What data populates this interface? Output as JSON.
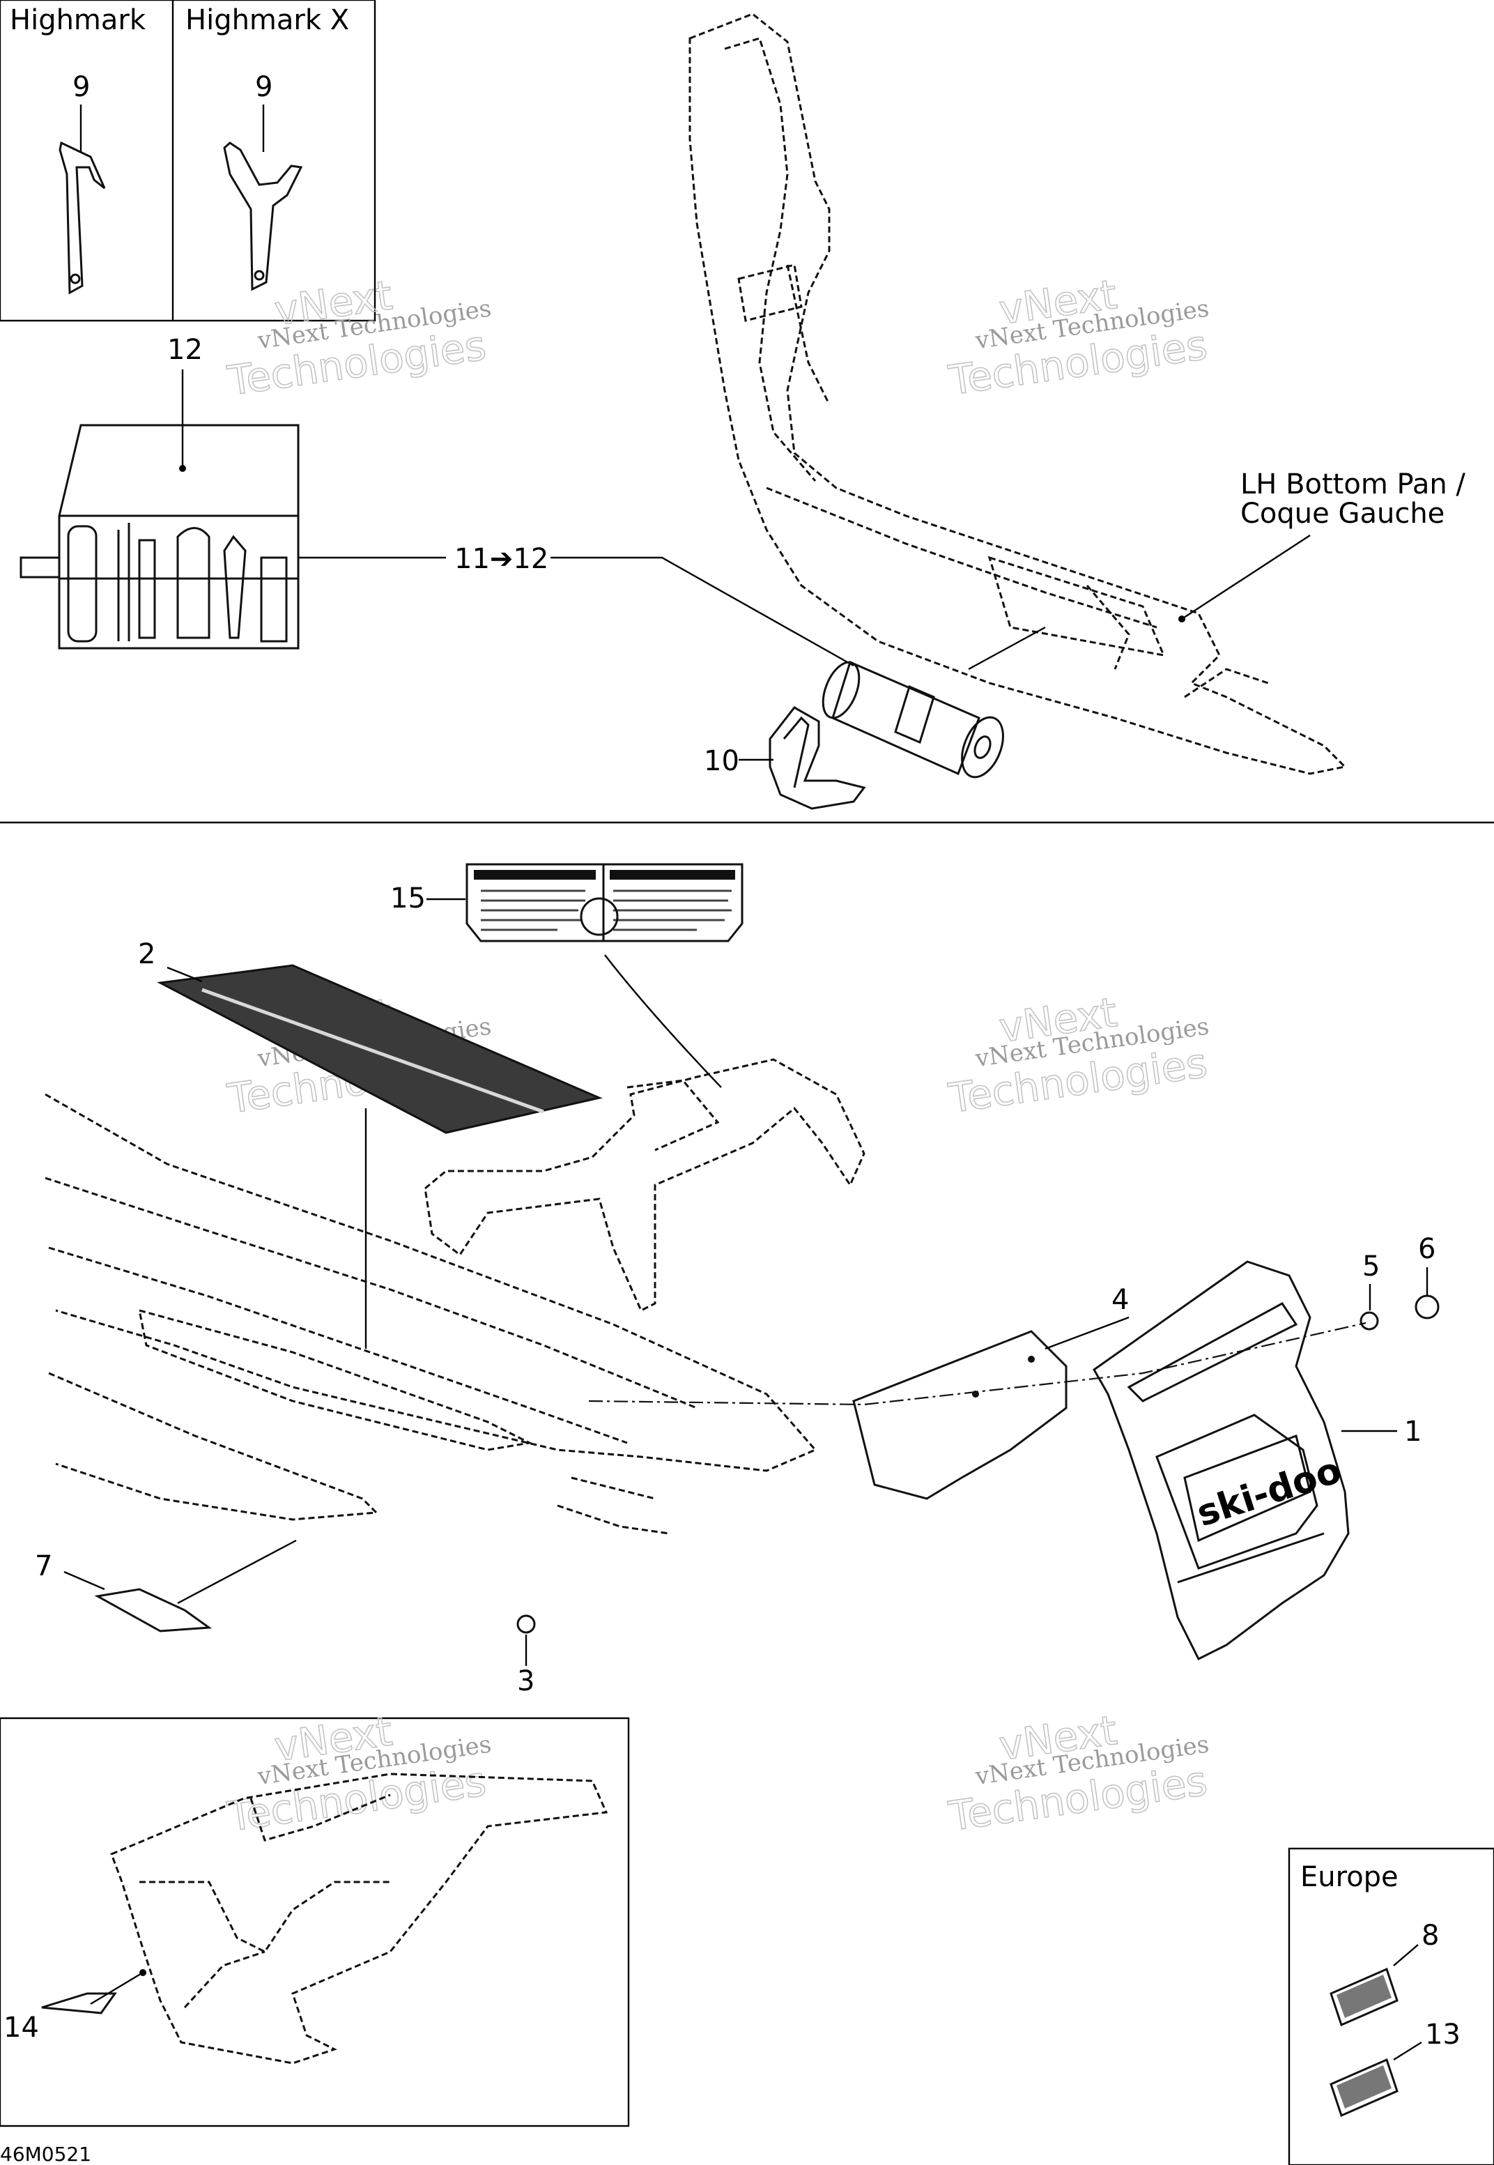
{
  "panels": {
    "highmark": "Highmark",
    "highmark_x": "Highmark X",
    "europe": "Europe"
  },
  "callouts": {
    "c9a": "9",
    "c9b": "9",
    "c12": "12",
    "c11_12": "11➔12",
    "c10": "10",
    "c15": "15",
    "c2": "2",
    "c4": "4",
    "c5": "5",
    "c6": "6",
    "c1": "1",
    "c7": "7",
    "c3": "3",
    "c14": "14",
    "c8": "8",
    "c13": "13"
  },
  "bottom_pan_label": {
    "line1": "LH Bottom Pan /",
    "line2": "Coque Gauche"
  },
  "watermark": {
    "line1": "vNext Technologies",
    "line2": "Technologies",
    "line3": "vNext"
  },
  "footer_code": "46M0521",
  "colors": {
    "line": "#111111",
    "watermark": "#9a9a9a",
    "decal_fill": "#3a3a3a"
  }
}
